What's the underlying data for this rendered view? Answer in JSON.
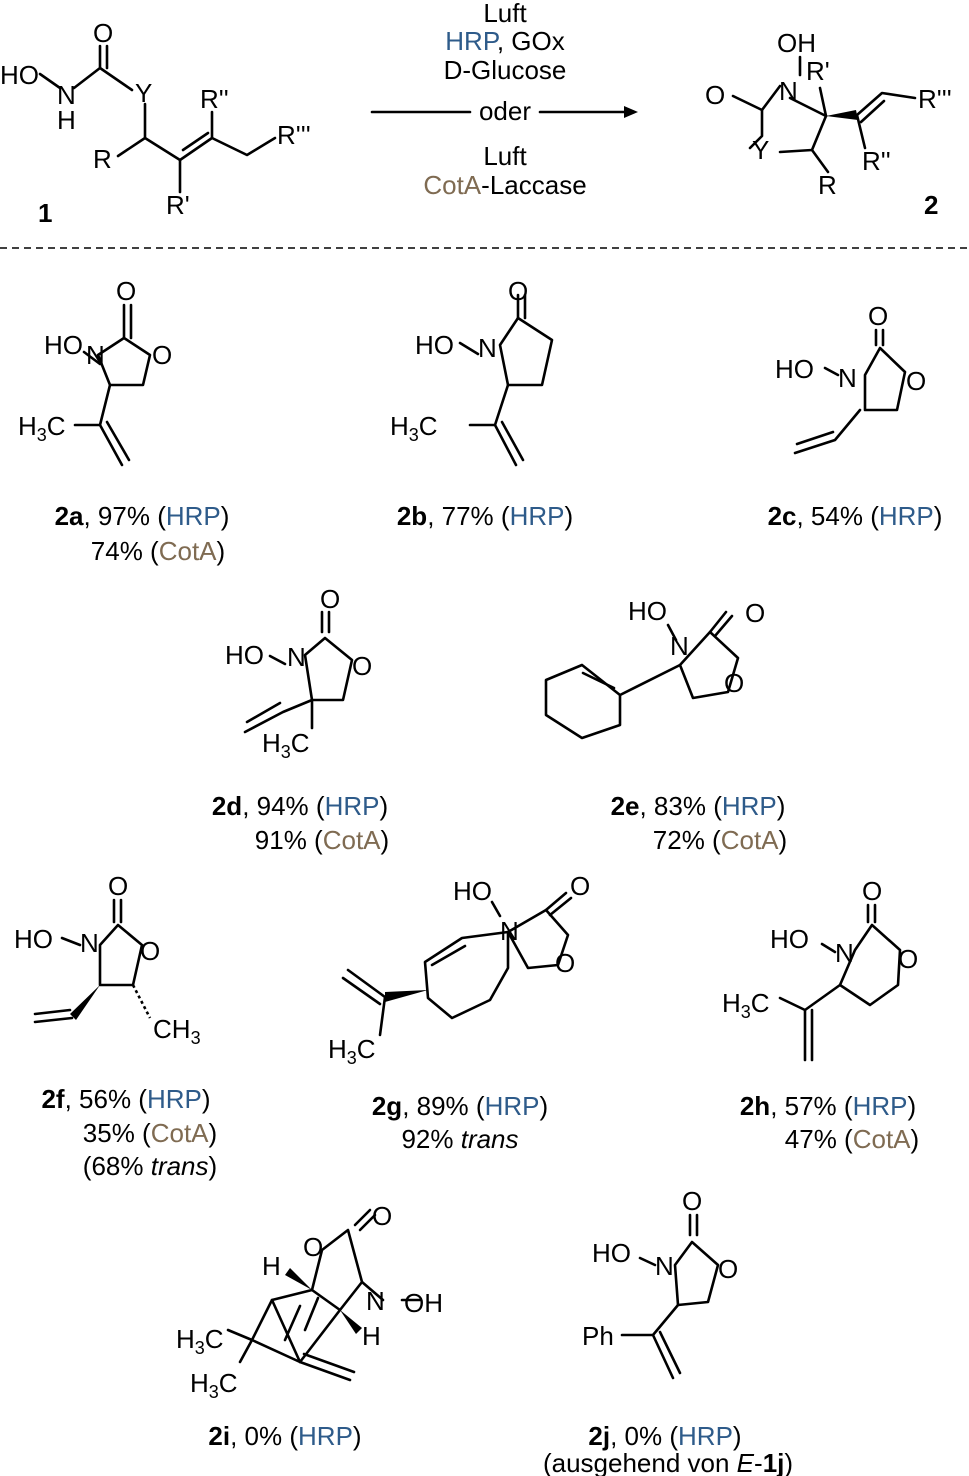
{
  "colors": {
    "hrp": "#2e5b8a",
    "cota": "#7f6b52",
    "text": "#000000"
  },
  "header": {
    "reactant_number": "1",
    "product_number": "2",
    "conditions_top": [
      "Luft",
      "HRP",
      ", GOx",
      "D-Glucose"
    ],
    "oder": "oder",
    "conditions_bottom": [
      "Luft",
      "CotA",
      "-Laccase"
    ],
    "atoms": {
      "ho": "HO",
      "n": "N",
      "h": "H",
      "o": "O",
      "y": "Y",
      "r": "R",
      "r1": "R'",
      "r2": "R''",
      "r3": "R'''",
      "oh": "OH"
    }
  },
  "compounds": {
    "2a": {
      "id": "2a",
      "hrp_yield": ", 97% (",
      "hrp": "HRP",
      "close": ")",
      "cota_yield": "74% (",
      "cota": "CotA"
    },
    "2b": {
      "id": "2b",
      "hrp_yield": ", 77% (",
      "hrp": "HRP",
      "close": ")"
    },
    "2c": {
      "id": "2c",
      "hrp_yield": ", 54% (",
      "hrp": "HRP",
      "close": ")"
    },
    "2d": {
      "id": "2d",
      "hrp_yield": ", 94% (",
      "hrp": "HRP",
      "close": ")",
      "cota_yield": "91% (",
      "cota": "CotA"
    },
    "2e": {
      "id": "2e",
      "hrp_yield": ", 83% (",
      "hrp": "HRP",
      "close": ")",
      "cota_yield": "72% (",
      "cota": "CotA"
    },
    "2f": {
      "id": "2f",
      "hrp_yield": ", 56% (",
      "hrp": "HRP",
      "close": ")",
      "cota_yield": "35% (",
      "cota": "CotA",
      "note_pre": "(68% ",
      "note_it": "trans",
      "note_post": ")"
    },
    "2g": {
      "id": "2g",
      "hrp_yield": ", 89% (",
      "hrp": "HRP",
      "close": ")",
      "note_pre": "92% ",
      "note_it": "trans"
    },
    "2h": {
      "id": "2h",
      "hrp_yield": ", 57% (",
      "hrp": "HRP",
      "close": ")",
      "cota_yield": "47% (",
      "cota": "CotA"
    },
    "2i": {
      "id": "2i",
      "hrp_yield": ", 0% (",
      "hrp": "HRP",
      "close": ")"
    },
    "2j": {
      "id": "2j",
      "hrp_yield": ", 0% (",
      "hrp": "HRP",
      "close": ")",
      "note_pre": "(ausgehend von ",
      "note_it": "E",
      "note_mid": "-",
      "note_bold": "1j",
      "note_post": ")"
    }
  },
  "labels": {
    "ho": "HO",
    "oh": "OH",
    "n": "N",
    "o": "O",
    "h": "H",
    "h3c": "H",
    "c": "C",
    "sub3": "3",
    "ch3_c": "CH",
    "ph": "Ph",
    "dash": "–"
  }
}
